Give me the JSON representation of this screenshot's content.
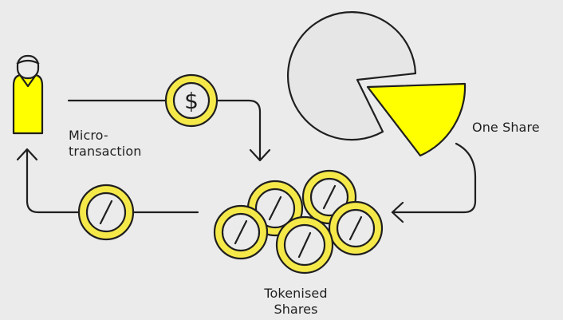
{
  "colors": {
    "background": "#ebebeb",
    "outline": "#1f1f1f",
    "accent_yellow": "#ffff00",
    "coin_fill": "#f5e94a",
    "pie_fill": "#e6e6e6"
  },
  "icons": {
    "person": "person-icon",
    "dollar_coin": "dollar-coin-icon",
    "token_coin": "token-coin-icon",
    "pie": "pie-chart-icon"
  },
  "labels": {
    "micro_line1": "Micro-",
    "micro_line2": "transaction",
    "one_share": "One Share",
    "tokenised_line1": "Tokenised",
    "tokenised_line2": "Shares"
  },
  "coin_symbols": {
    "dollar": "$"
  }
}
